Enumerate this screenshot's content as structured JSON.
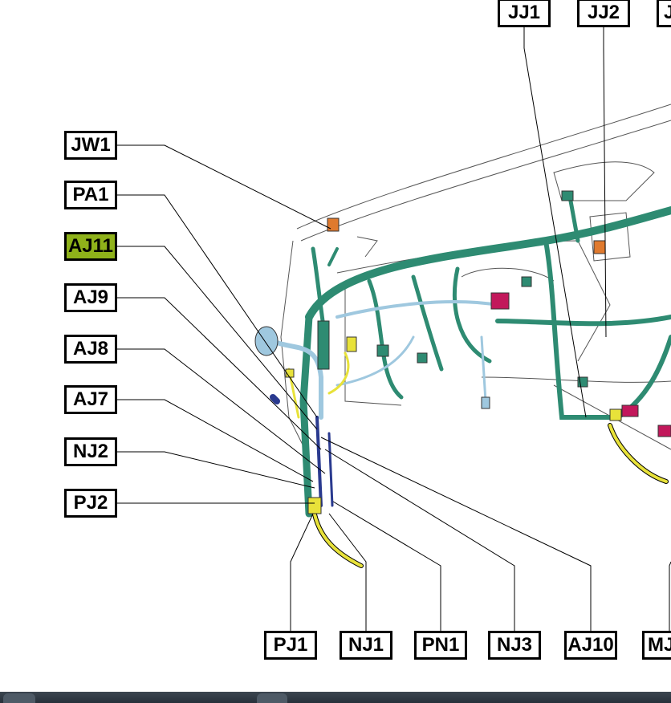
{
  "labels": {
    "jw1": "JW1",
    "pa1": "PA1",
    "aj11": "AJ11",
    "aj9": "AJ9",
    "aj8": "AJ8",
    "aj7": "AJ7",
    "nj2": "NJ2",
    "pj2": "PJ2",
    "jj1": "JJ1",
    "jj2": "JJ2",
    "jj3_partial": "J",
    "pj1": "PJ1",
    "nj1": "NJ1",
    "pn1": "PN1",
    "nj3": "NJ3",
    "aj10": "AJ10",
    "mj_partial": "MJ"
  },
  "colors": {
    "harness_main": "#2e8b72",
    "harness_light": "#9fc8df",
    "harness_yellow": "#e8e23a",
    "harness_navy": "#2a3a8f",
    "connector_pink": "#c2185b",
    "connector_orange": "#e07a2e",
    "highlight": "#8fb21a"
  }
}
